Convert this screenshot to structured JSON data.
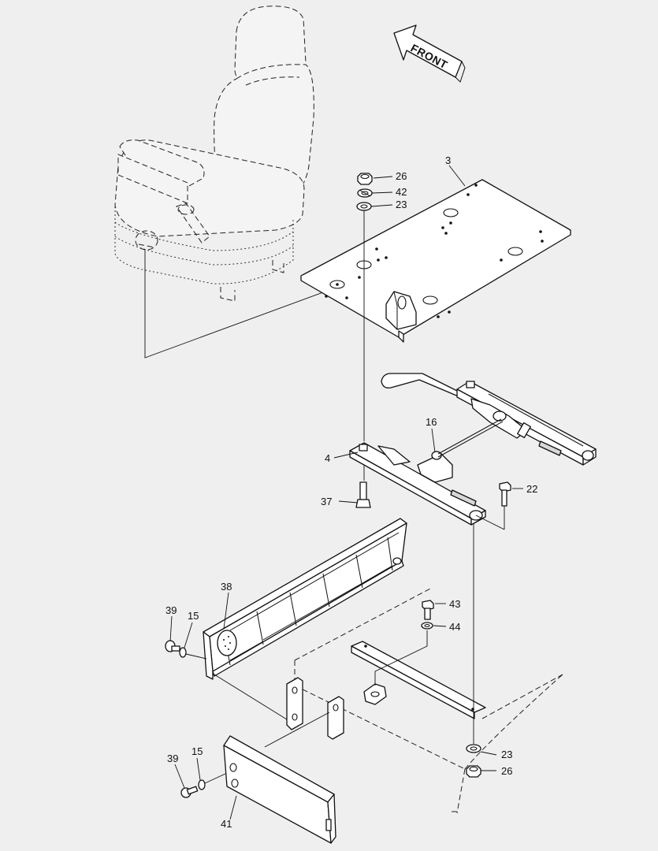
{
  "arrow": {
    "text": "FRONT"
  },
  "callouts": {
    "c3": "3",
    "c26_top": "26",
    "c42": "42",
    "c23_top": "23",
    "c16": "16",
    "c4": "4",
    "c22": "22",
    "c37": "37",
    "c38": "38",
    "c43": "43",
    "c44": "44",
    "c39_top": "39",
    "c15_top": "15",
    "c23_bottom": "23",
    "c26_bottom": "26",
    "c39_bottom": "39",
    "c15_bottom": "15",
    "c41": "41"
  }
}
